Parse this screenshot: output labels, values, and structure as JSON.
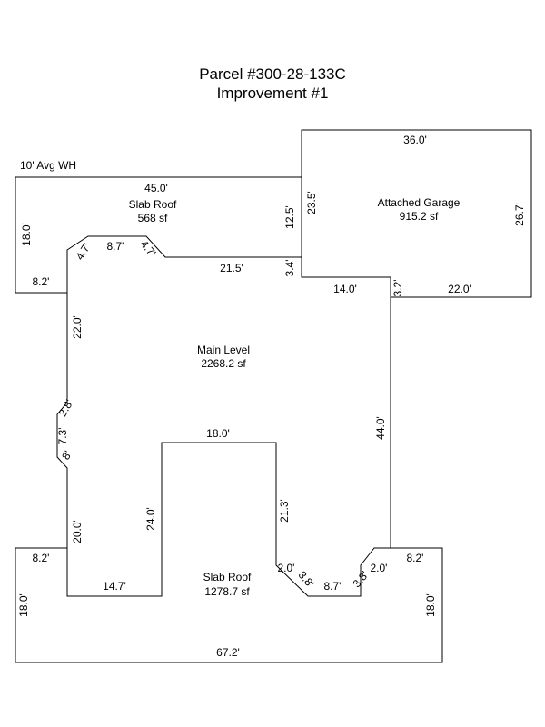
{
  "title": {
    "line1": "Parcel #300-28-133C",
    "line2": "Improvement #1"
  },
  "wall_height_note": "10' Avg WH",
  "areas": {
    "slab_roof_upper": {
      "name": "Slab Roof",
      "size": "568 sf"
    },
    "attached_garage": {
      "name": "Attached Garage",
      "size": "915.2 sf"
    },
    "main_level": {
      "name": "Main Level",
      "size": "2268.2 sf"
    },
    "slab_roof_lower": {
      "name": "Slab Roof",
      "size": "1278.7 sf"
    }
  },
  "dimensions": {
    "upper_roof_top": "45.0'",
    "upper_roof_left": "18.0'",
    "upper_roof_bottom_left": "8.2'",
    "upper_roof_right": "12.5'",
    "notch_left_diag": "4.7'",
    "notch_top": "8.7'",
    "notch_right_diag": "4.7'",
    "main_top": "21.5'",
    "main_top_step": "3.4'",
    "garage_top": "36.0'",
    "garage_left": "23.5'",
    "garage_right": "26.7'",
    "garage_bottom_left": "14.0'",
    "garage_step": "3.2'",
    "garage_bottom_right": "22.0'",
    "main_left_upper": "22.0'",
    "left_bump_upper": "2.8'",
    "left_bump_mid": "7.3'",
    "left_bump_lower": "8'",
    "main_right": "44.0'",
    "inner_top": "18.0'",
    "inner_left": "24.0'",
    "inner_right": "21.3'",
    "main_left_lower": "20.0'",
    "lower_left_top": "8.2'",
    "lower_left_bottom": "14.7'",
    "lower_notch_left_flat": "2.0'",
    "lower_notch_left_diag": "3.8'",
    "lower_notch_bottom": "8.7'",
    "lower_notch_right_diag": "3.8'",
    "lower_notch_right_flat": "2.0'",
    "lower_right_top": "8.2'",
    "lower_roof_left": "18.0'",
    "lower_roof_right": "18.0'",
    "lower_roof_bottom": "67.2'"
  }
}
